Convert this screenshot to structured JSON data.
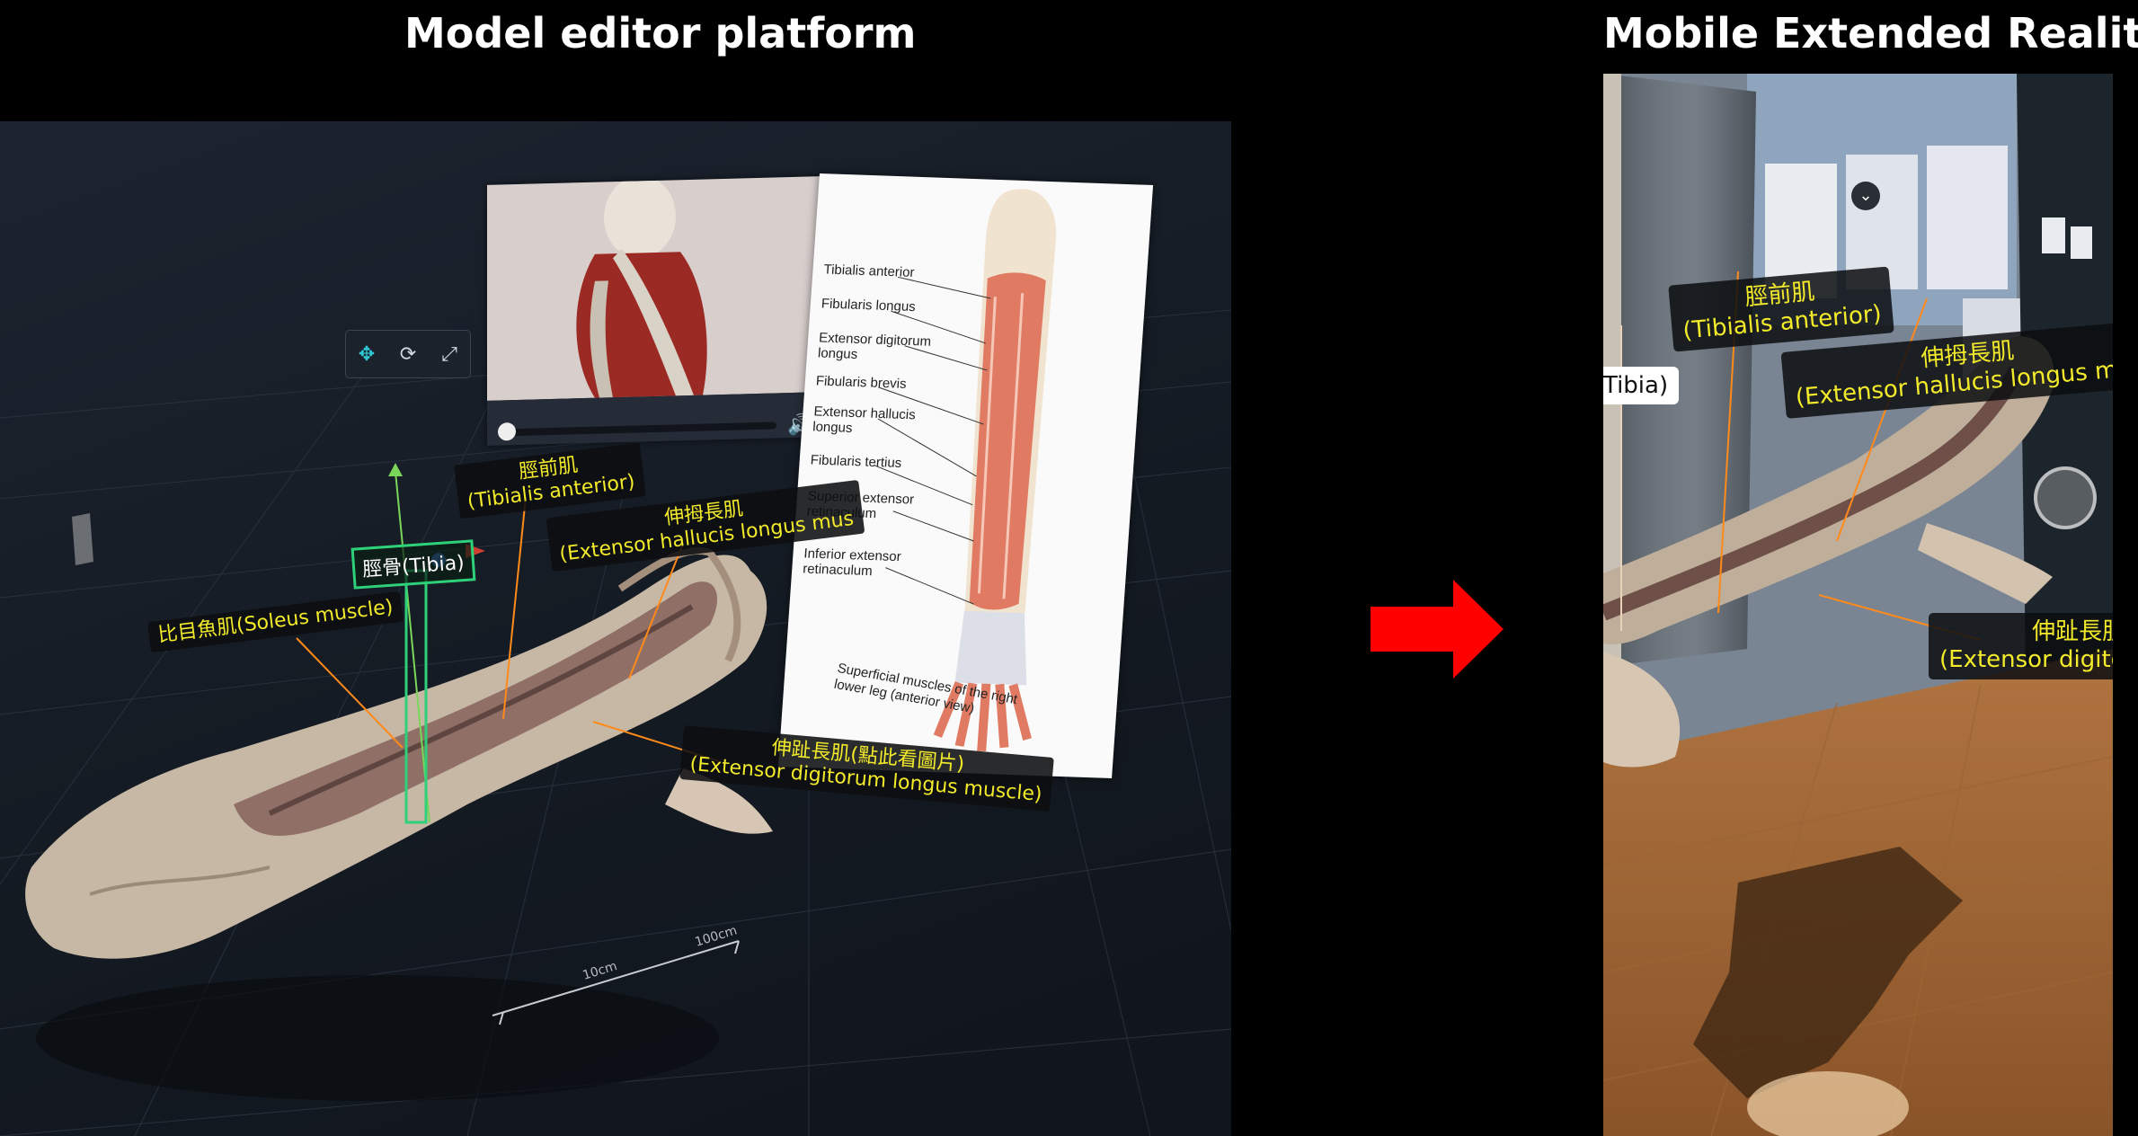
{
  "titles": {
    "left": "Model editor platform",
    "right": "Mobile Extended Reality"
  },
  "editor": {
    "toolbar": {
      "move": "move-tool",
      "rotate": "rotate-tool",
      "scale": "scale-tool"
    },
    "tibia_tag": "脛骨(Tibia)",
    "labels": {
      "tibialis_anterior": {
        "line1": "脛前肌",
        "line2": "(Tibialis anterior)"
      },
      "extensor_hallucis": {
        "line1": "伸拇長肌",
        "line2": "(Extensor hallucis longus mus"
      },
      "soleus": {
        "line1": "比目魚肌(Soleus muscle)"
      },
      "extensor_digitorum": {
        "line1": "伸趾長肌(點此看圖片)",
        "line2": "(Extensor digitorum longus muscle)"
      }
    },
    "scale_marks": [
      "10cm",
      "100cm"
    ],
    "image_panel": {
      "labels": [
        "Tibialis anterior",
        "Fibularis longus",
        "Extensor digitorum\nlongus",
        "Fibularis brevis",
        "Extensor hallucis\nlongus",
        "Fibularis tertius",
        "Superior extensor\nretinaculum",
        "Inferior extensor\nretinaculum"
      ],
      "caption": "Superficial muscles of the right lower leg (anterior view)"
    }
  },
  "ar": {
    "tibia_label": "Tibia)",
    "labels": {
      "tibialis_anterior": {
        "line1": "脛前肌",
        "line2": "(Tibialis anterior)"
      },
      "extensor_hallucis": {
        "line1": "伸拇長肌",
        "line2": "(Extensor hallucis longus mus"
      },
      "extensor_digitorum": {
        "line1": "伸趾長肌(",
        "line2": "(Extensor digitor"
      }
    }
  },
  "colors": {
    "label_text": "#f2ea2a",
    "accent": "#2ec7d6",
    "arrow": "#ff0000",
    "gizmo_green": "#2fd07a"
  }
}
